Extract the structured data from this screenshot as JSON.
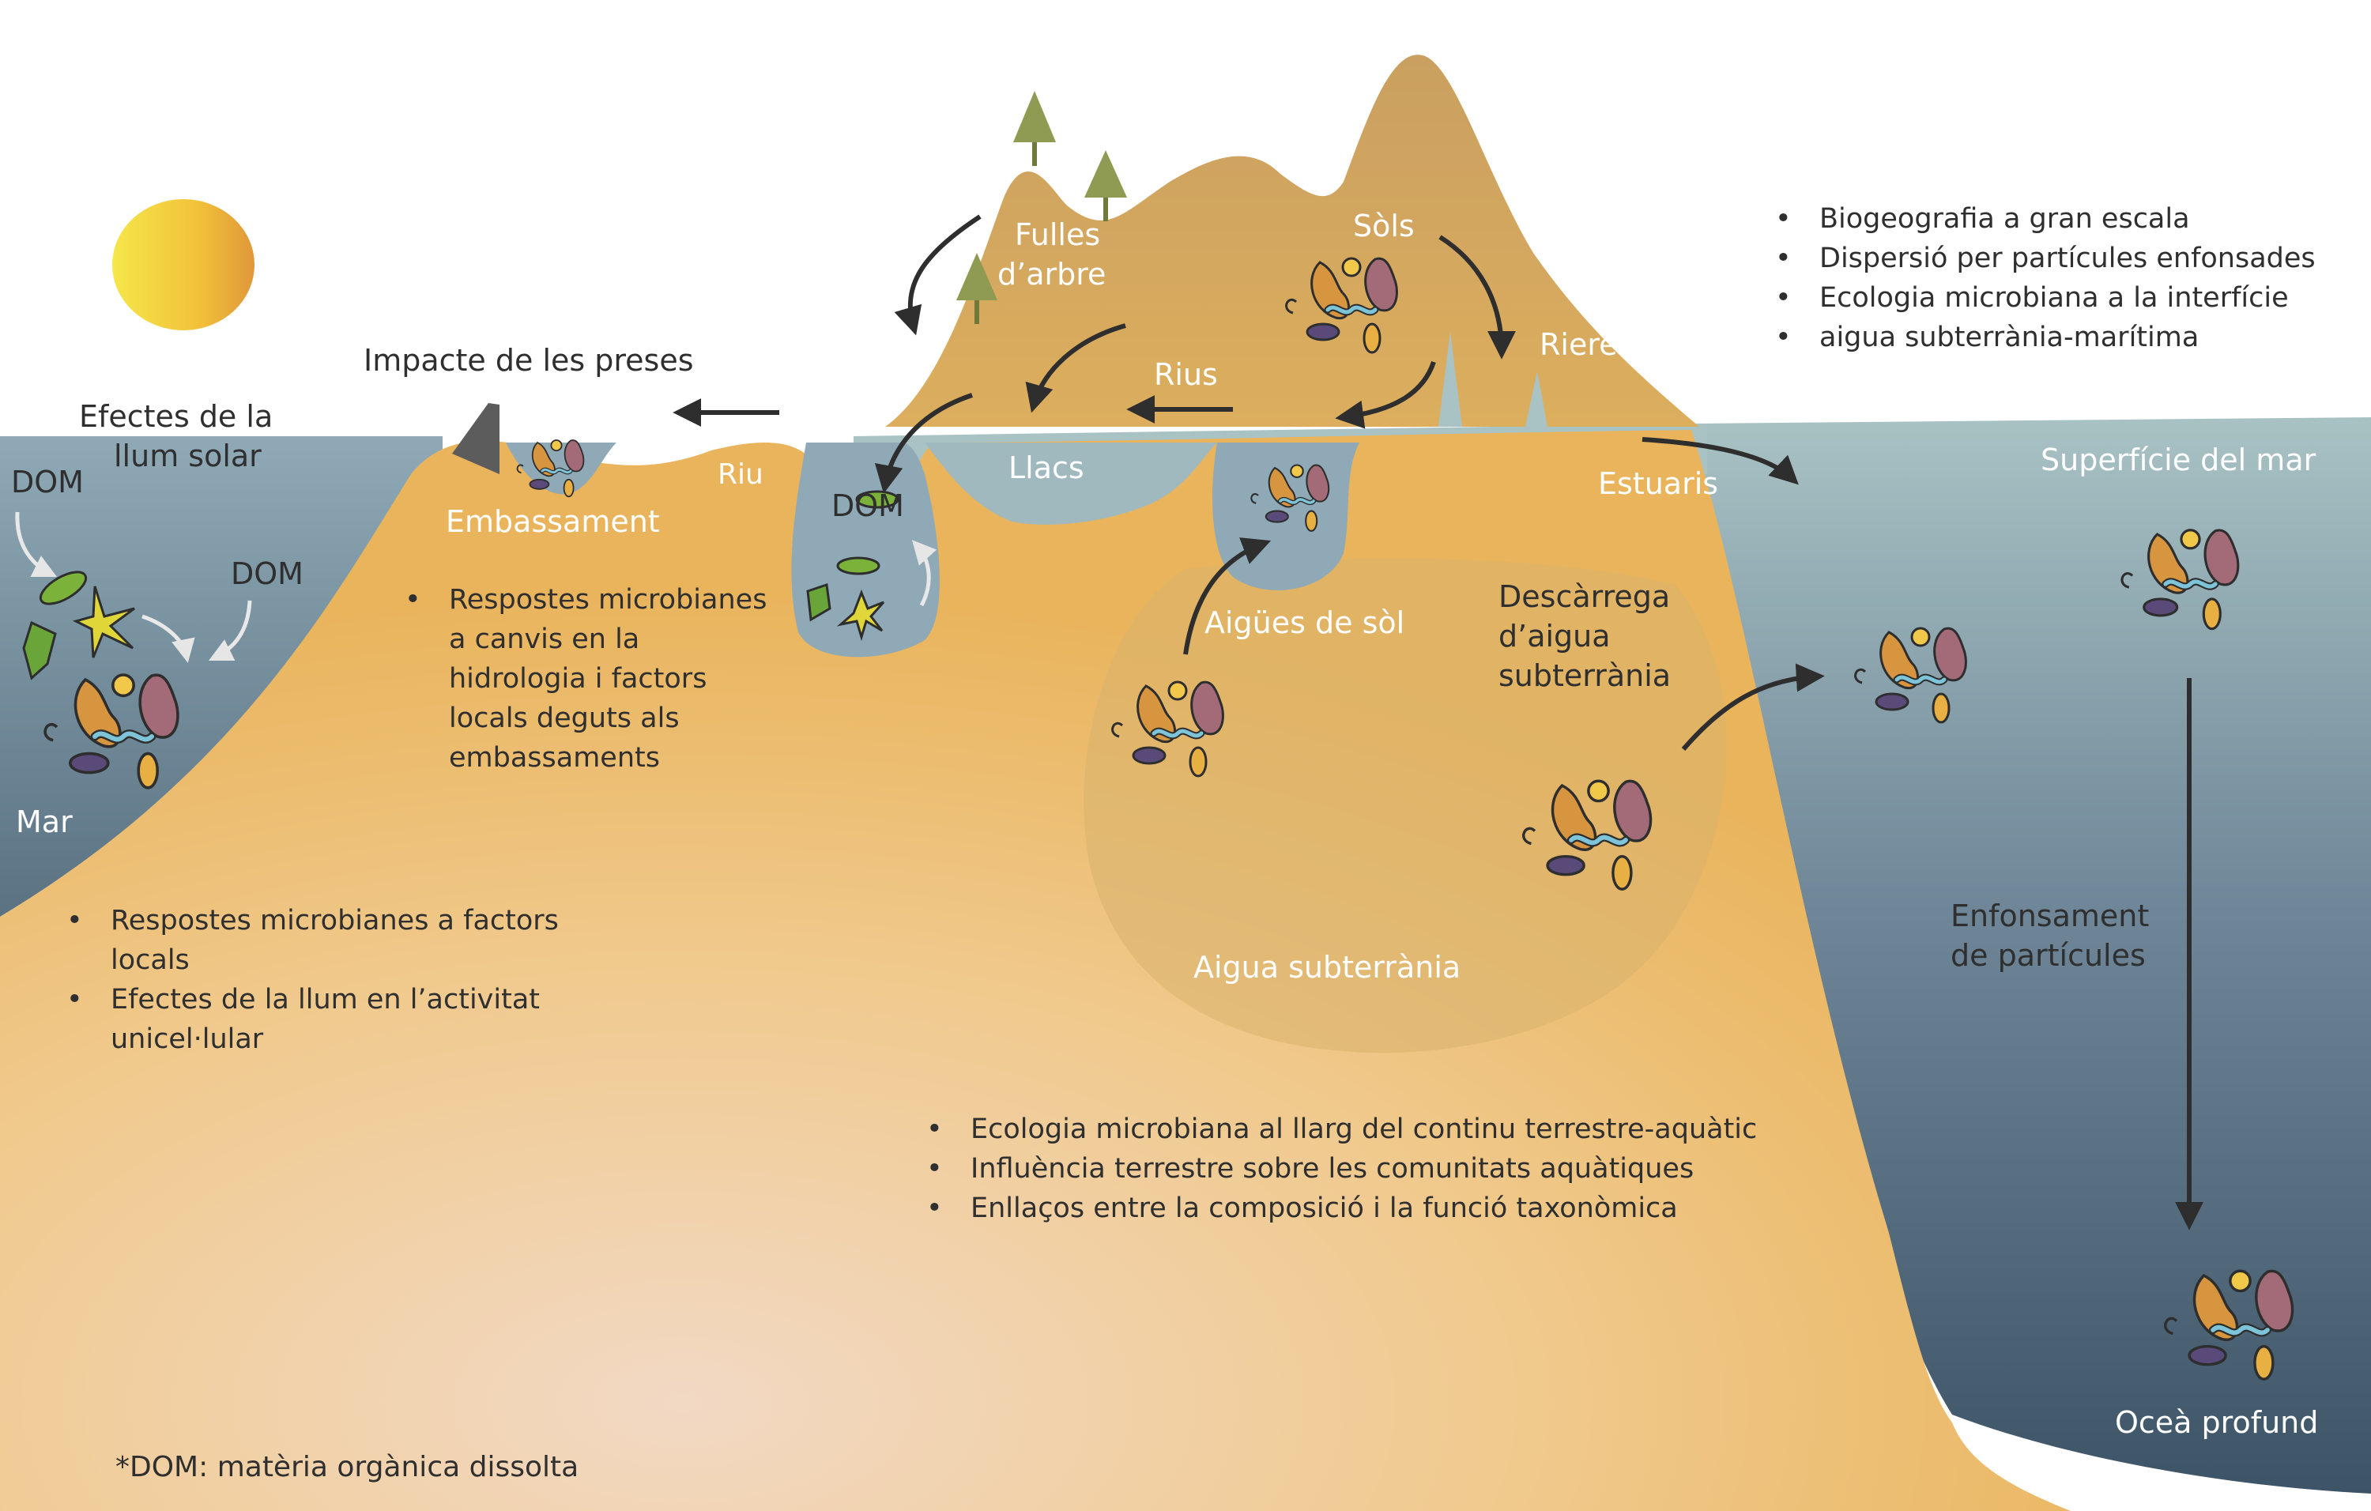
{
  "labels": {
    "dam_impact": "Impacte de les preses",
    "sunlight_effects_1": "Efectes de la",
    "sunlight_effects_2": "llum solar",
    "dom": "DOM",
    "sea": "Mar",
    "reservoir": "Embassament",
    "river": "Riu",
    "lakes": "Llacs",
    "rivers": "Rius",
    "tree_leaves_1": "Fulles",
    "tree_leaves_2": "d’arbre",
    "soils": "Sòls",
    "streams": "Rieres",
    "estuaries": "Estuaris",
    "soil_water": "Aigües de sòl",
    "groundwater_discharge_1": "Descàrrega",
    "groundwater_discharge_2": "d’aigua",
    "groundwater_discharge_3": "subterrània",
    "groundwater": "Aigua subterrània",
    "sea_surface": "Superfície del mar",
    "particle_sinking_1": "Enfonsament",
    "particle_sinking_2": "de partícules",
    "deep_ocean": "Oceà profund",
    "footnote": "*DOM: matèria orgànica dissolta"
  },
  "bullets": {
    "top_right": [
      "Biogeografia a gran escala",
      "Dispersió per partícules enfonsades",
      "Ecologia microbiana a la interfície"
    ],
    "top_right_cont": "aigua subterrània-marítima",
    "reservoir": [
      "Respostes microbianes"
    ],
    "reservoir_lines": [
      "a canvis en la",
      "hidrologia i factors",
      "locals deguts als",
      "embassaments"
    ],
    "sea": [
      "Respostes microbianes a factors",
      "Efectes de la llum en l’activitat"
    ],
    "sea_lines": [
      "locals",
      "unicel·lular"
    ],
    "bottom_center": [
      "Ecologia microbiana al llarg del continu terrestre-aquàtic",
      "Influència terrestre sobre les comunitats aquàtiques",
      "Enllaços entre la composició i la funció taxonòmica"
    ]
  },
  "colors": {
    "sun": "#f2c23a",
    "land": "#f0c98c",
    "mountain": "#caa060",
    "sea": "#8fa9b6",
    "deep_ocean": "#3d5467",
    "tree": "#8f9a52",
    "dam": "#5c5c5c",
    "arrow": "#2e2e2e"
  }
}
